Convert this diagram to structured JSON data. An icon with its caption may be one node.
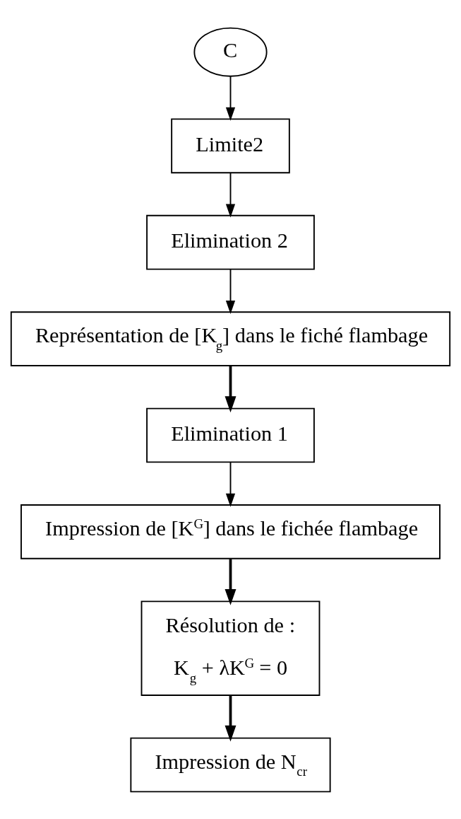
{
  "diagram": {
    "nodes": [
      {
        "text": [
          "C"
        ]
      },
      {
        "text": [
          "Limite2"
        ]
      },
      {
        "text": [
          "Elimination 2"
        ]
      },
      {
        "text": [
          "Représentation de [K$_{g}$] dans le fiché flambage"
        ]
      },
      {
        "text": [
          "Elimination 1"
        ]
      },
      {
        "text": [
          "Impression de [K$^{G}$] dans le fichée flambage"
        ]
      },
      {
        "text": [
          "Résolution de :",
          "K$_{g}$ + λK$^{G}$ = 0"
        ]
      },
      {
        "text": [
          "Impression de N$_{cr}$"
        ]
      }
    ],
    "edges": [
      {
        "from": 0,
        "to": 1,
        "arrow": "to"
      },
      {
        "from": 1,
        "to": 2,
        "arrow": "to"
      },
      {
        "from": 2,
        "to": 3,
        "arrow": "to"
      },
      {
        "from": 3,
        "to": 4,
        "arrow": "to",
        "style": "thick"
      },
      {
        "from": 4,
        "to": 5,
        "arrow": "to"
      },
      {
        "from": 5,
        "to": 6,
        "arrow": "to",
        "style": "thick"
      },
      {
        "from": 6,
        "to": 7,
        "arrow": "to",
        "style": "thick"
      }
    ]
  }
}
